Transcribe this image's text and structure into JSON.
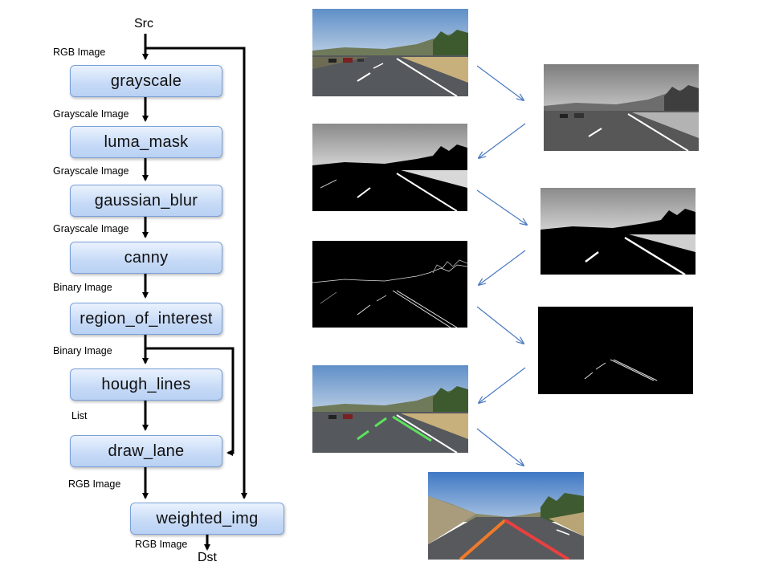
{
  "io": {
    "src": "Src",
    "dst": "Dst"
  },
  "stages": [
    {
      "id": "grayscale",
      "label": "grayscale"
    },
    {
      "id": "luma_mask",
      "label": "luma_mask"
    },
    {
      "id": "gaussian_blur",
      "label": "gaussian_blur"
    },
    {
      "id": "canny",
      "label": "canny"
    },
    {
      "id": "region_of_interest",
      "label": "region_of_interest"
    },
    {
      "id": "hough_lines",
      "label": "hough_lines"
    },
    {
      "id": "draw_lane",
      "label": "draw_lane"
    },
    {
      "id": "weighted_img",
      "label": "weighted_img"
    }
  ],
  "edge_labels": [
    "RGB Image",
    "Grayscale Image",
    "Grayscale Image",
    "Grayscale Image",
    "Binary Image",
    "Binary Image",
    "List",
    "RGB Image",
    "RGB Image"
  ],
  "images": [
    {
      "name": "original-road-image",
      "kind": "color"
    },
    {
      "name": "grayscale-road-image",
      "kind": "gray"
    },
    {
      "name": "luma-mask-image",
      "kind": "mask"
    },
    {
      "name": "blurred-mask-image",
      "kind": "mask"
    },
    {
      "name": "canny-edges-image",
      "kind": "edges"
    },
    {
      "name": "region-of-interest-image",
      "kind": "roi"
    },
    {
      "name": "hough-lines-overlay-image",
      "kind": "green"
    },
    {
      "name": "final-lane-output-image",
      "kind": "red"
    }
  ],
  "colors": {
    "arrow": "#000000",
    "thumb_arrow": "#4a78c0",
    "box_border": "#7aa0d8"
  }
}
